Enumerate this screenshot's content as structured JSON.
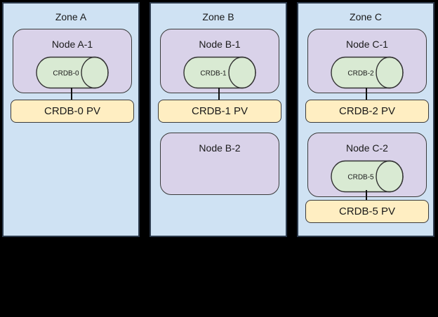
{
  "palette": {
    "canvas_bg": "#000000",
    "zone_fill": "#cfe2f3",
    "zone_border": "#2d3b4c",
    "node_fill": "#d9d2e9",
    "node_border": "#3a3a3a",
    "db_fill": "#d9ead3",
    "db_border": "#333333",
    "pv_fill": "#ffeec2",
    "pv_border": "#3a3a3a",
    "connector": "#111111"
  },
  "zones": {
    "a": {
      "title": "Zone A",
      "node1": {
        "title": "Node A-1",
        "db_label": "CRDB-0"
      },
      "pv1_label": "CRDB-0 PV"
    },
    "b": {
      "title": "Zone B",
      "node1": {
        "title": "Node B-1",
        "db_label": "CRDB-1"
      },
      "pv1_label": "CRDB-1 PV",
      "node2": {
        "title": "Node B-2"
      }
    },
    "c": {
      "title": "Zone C",
      "node1": {
        "title": "Node C-1",
        "db_label": "CRDB-2"
      },
      "pv1_label": "CRDB-2 PV",
      "node2": {
        "title": "Node C-2",
        "db_label": "CRDB-5"
      },
      "pv2_label": "CRDB-5 PV"
    }
  }
}
